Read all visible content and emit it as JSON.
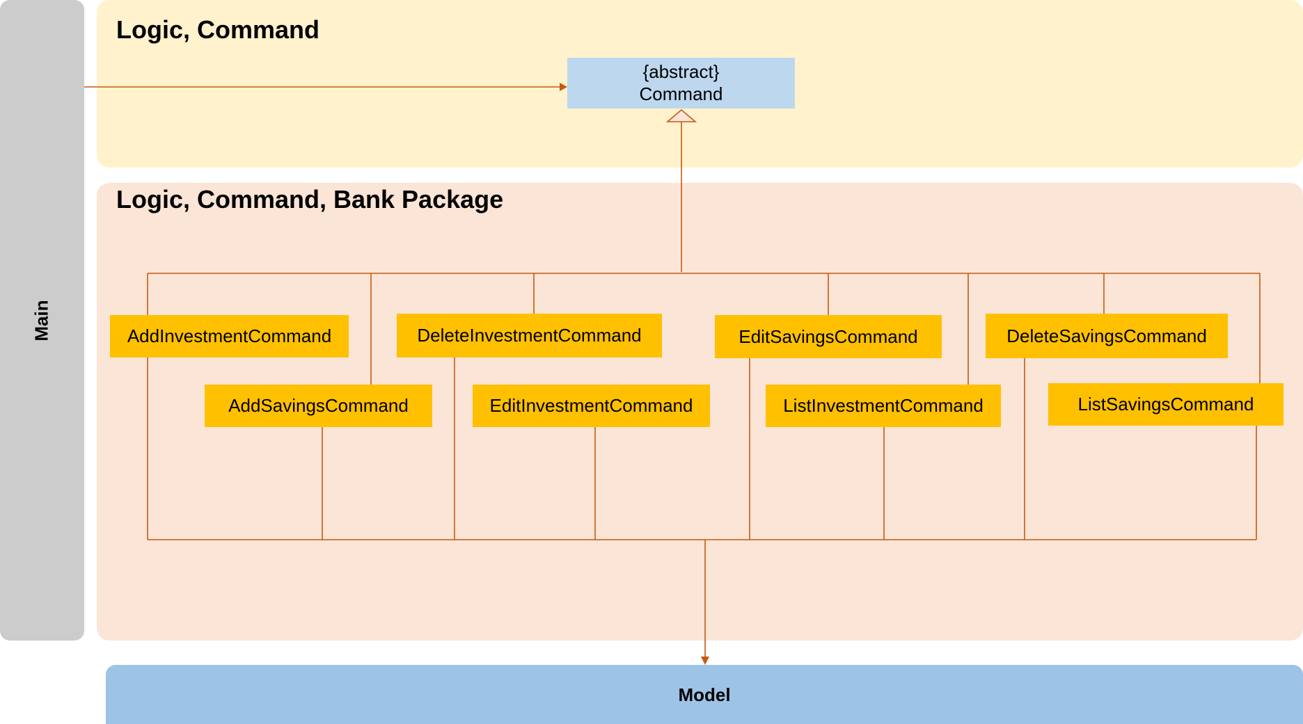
{
  "main": {
    "label": "Main"
  },
  "logic_command": {
    "title": "Logic, Command"
  },
  "abstract_command": {
    "stereotype": "{abstract}",
    "name": "Command"
  },
  "bank_package": {
    "title": "Logic, Command, Bank Package",
    "commands": [
      "AddInvestmentCommand",
      "DeleteInvestmentCommand",
      "EditSavingsCommand",
      "DeleteSavingsCommand",
      "AddSavingsCommand",
      "EditInvestmentCommand",
      "ListInvestmentCommand",
      "ListSavingsCommand"
    ]
  },
  "model": {
    "label": "Model"
  },
  "colors": {
    "main": "#cccccc",
    "logic_command": "#fff2cc",
    "bank_package": "#fbe5d6",
    "abstract_box": "#bdd7ee",
    "command_box": "#ffc000",
    "model": "#9dc3e6",
    "connector": "#c55a11"
  }
}
